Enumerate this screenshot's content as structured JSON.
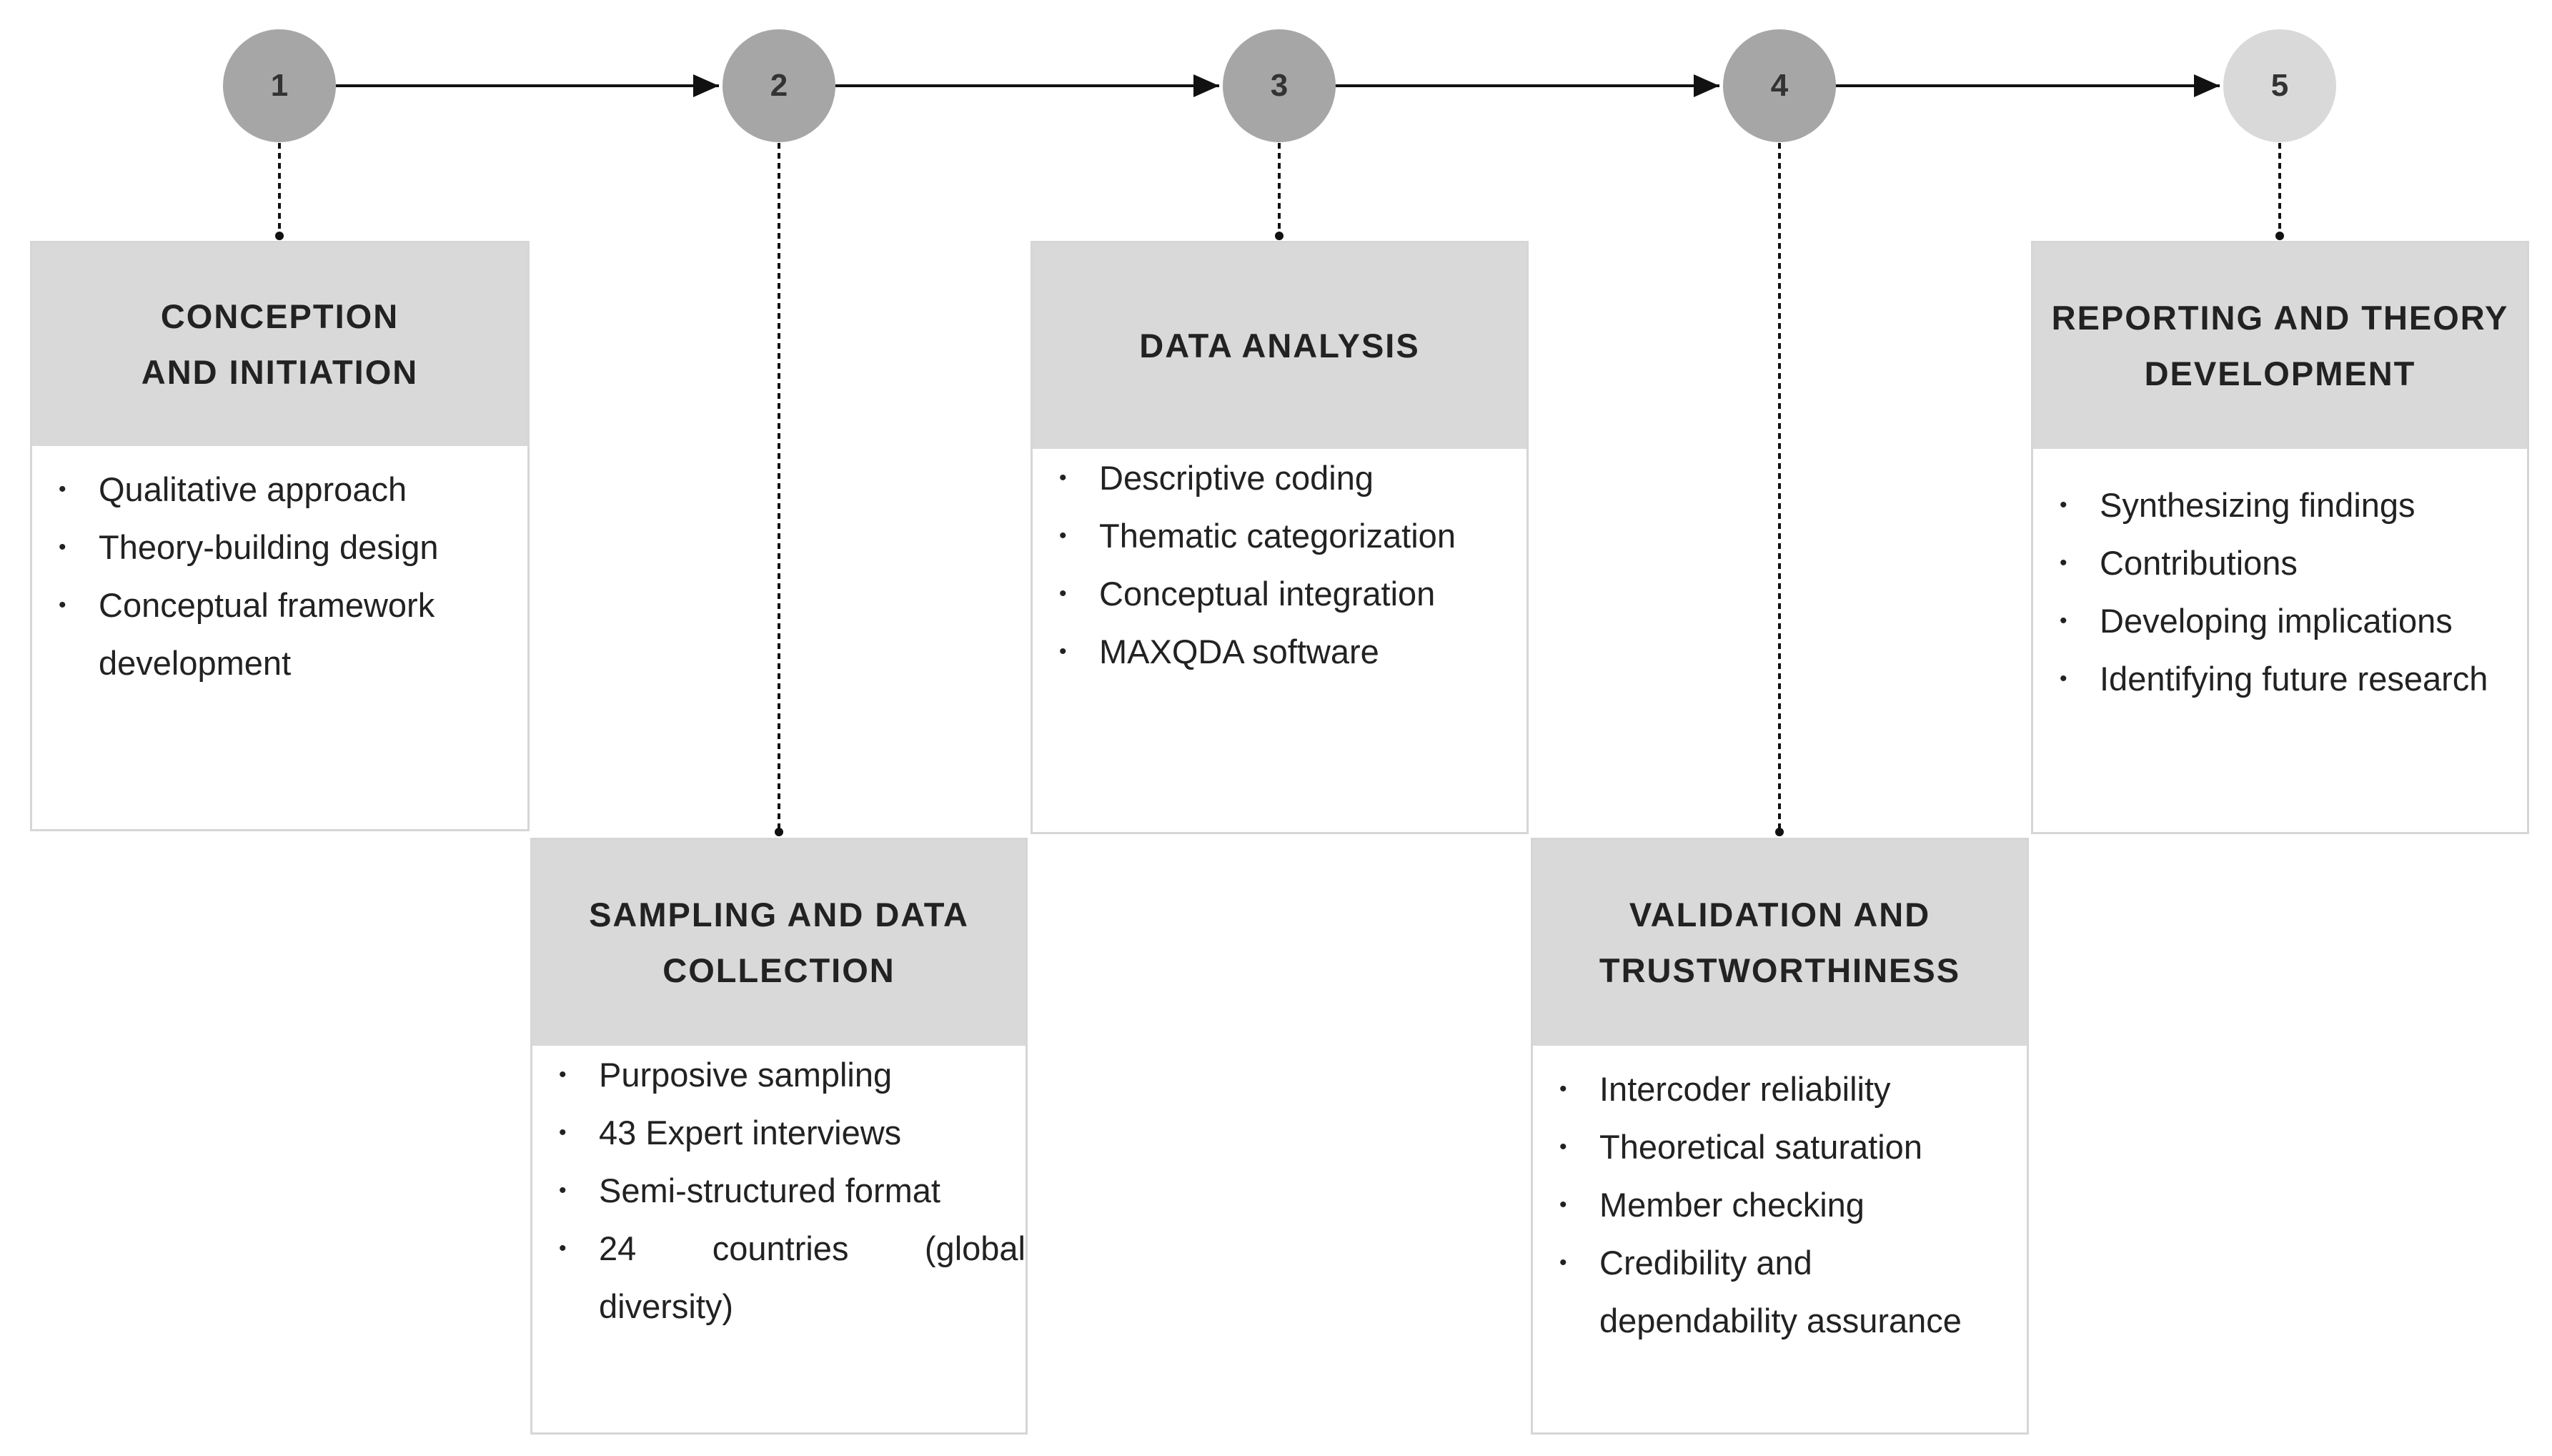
{
  "steps": [
    {
      "number": "1",
      "title": "CONCEPTION\nAND INITIATION",
      "items": [
        "Qualitative approach",
        "Theory-building design",
        "Conceptual framework development"
      ]
    },
    {
      "number": "2",
      "title": "SAMPLING AND DATA\nCOLLECTION",
      "items": [
        "Purposive sampling",
        "43 Expert interviews",
        "Semi-structured format",
        "24 countries (global diversity)"
      ]
    },
    {
      "number": "3",
      "title": "DATA ANALYSIS",
      "items": [
        "Descriptive coding",
        "Thematic categorization",
        "Conceptual integration",
        "MAXQDA software"
      ]
    },
    {
      "number": "4",
      "title": "VALIDATION AND\nTRUSTWORTHINESS",
      "items": [
        "Intercoder reliability",
        "Theoretical saturation",
        "Member checking",
        "Credibility and dependability assurance"
      ]
    },
    {
      "number": "5",
      "title": "REPORTING AND THEORY\nDEVELOPMENT",
      "items": [
        "Synthesizing findings",
        "Contributions",
        "Developing implications",
        "Identifying future research"
      ]
    }
  ],
  "colors": {
    "circle": "#a6a6a6",
    "circle_last": "#d9d9d9",
    "header_fill": "#d9d9d9",
    "box_border": "#d6d6d6",
    "line": "#111111"
  }
}
